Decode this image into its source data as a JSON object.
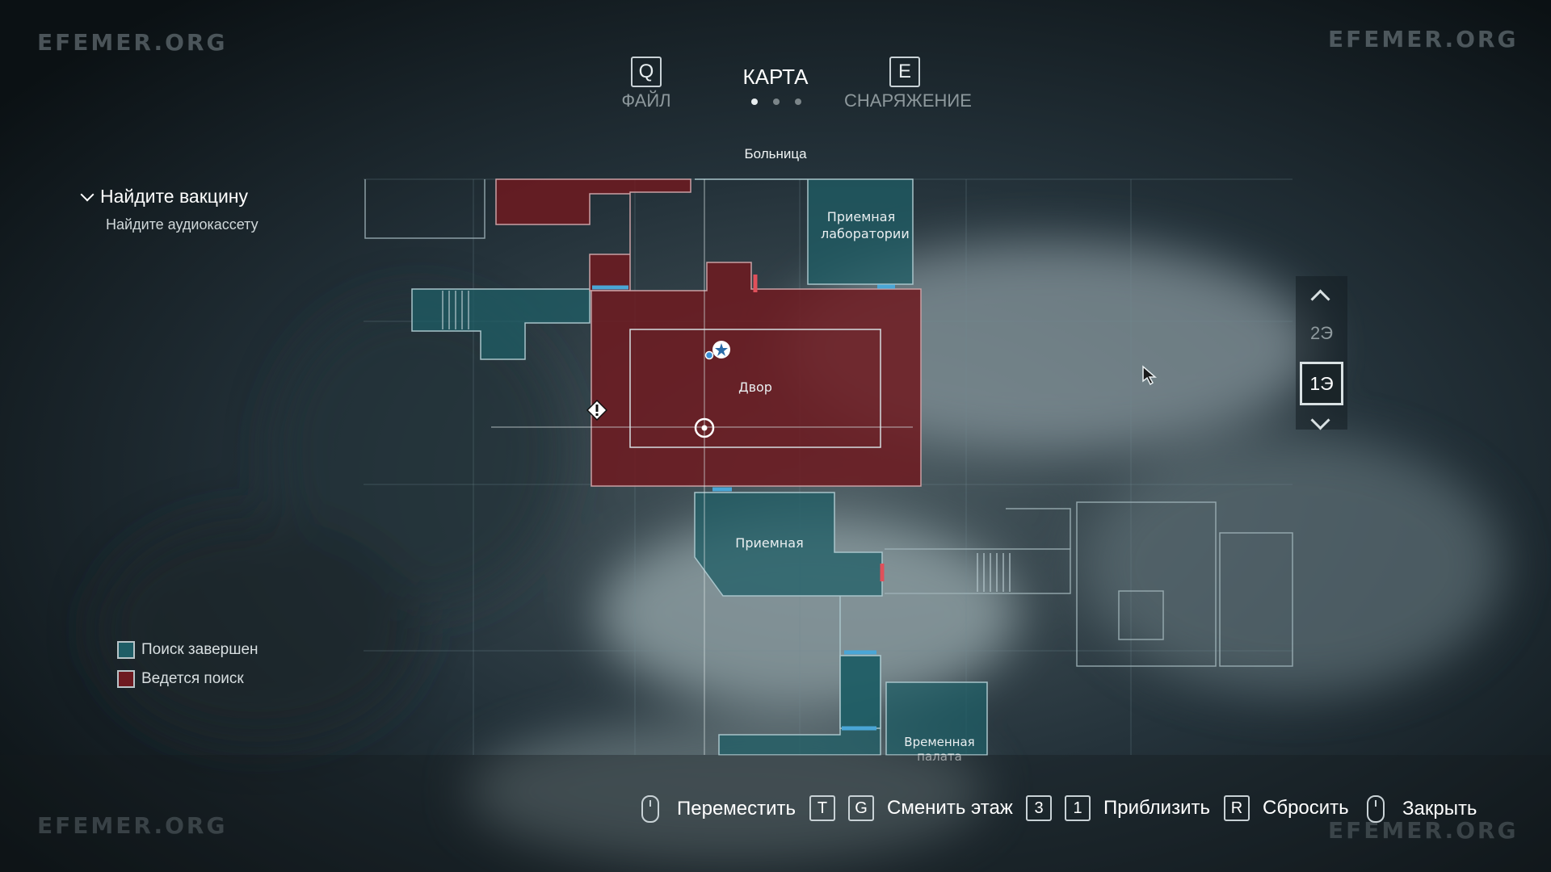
{
  "watermark": "EFEMER.ORG",
  "tabs": {
    "left": {
      "key": "Q",
      "label": "ФАЙЛ"
    },
    "center": {
      "label": "КАРТА"
    },
    "right": {
      "key": "E",
      "label": "СНАРЯЖЕНИЕ"
    }
  },
  "area_title": "Больница",
  "objectives": {
    "main": "Найдите вакцину",
    "sub": "Найдите аудиокассету"
  },
  "legend": [
    {
      "label": "Поиск завершен",
      "color": "#1f5d66"
    },
    {
      "label": "Ведется поиск",
      "color": "#6e1a20"
    }
  ],
  "floors": {
    "upper": "2Э",
    "current": "1Э"
  },
  "rooms": {
    "lab_reception": "Приемная лаборатории",
    "courtyard": "Двор",
    "reception": "Приемная",
    "temp_ward": "Временная палата"
  },
  "controls": {
    "move": "Переместить",
    "key_t": "T",
    "key_g": "G",
    "change_floor": "Сменить этаж",
    "key_3": "3",
    "key_1": "1",
    "zoom": "Приблизить",
    "key_r": "R",
    "reset": "Сбросить",
    "close": "Закрыть"
  },
  "colors": {
    "explored": "#1f5d66",
    "in_progress": "#6e1a20",
    "door_blue": "#4aa6d6",
    "door_red": "#e0505a"
  }
}
